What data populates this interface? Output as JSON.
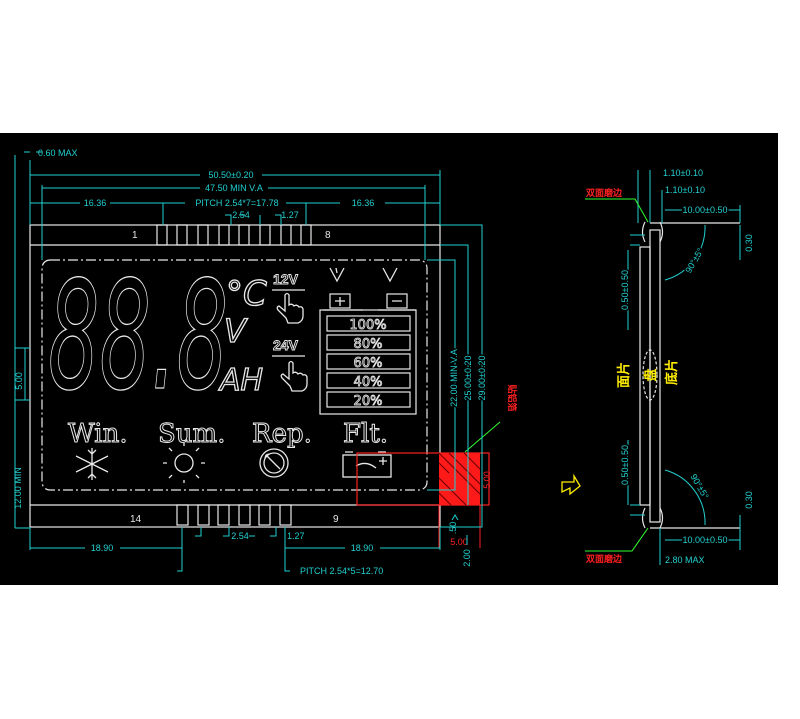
{
  "front_view": {
    "dimensions_top": {
      "thickness": "0.60 MAX",
      "outline_width": "50.50±0.20",
      "view_area_width": "47.50 MIN V.A",
      "left_offset": "16.36",
      "right_offset": "16.36",
      "pitch_top": "PITCH 2.54*7=17.78",
      "pin_pitch": "2.54",
      "pin_width": "1.27"
    },
    "dimensions_bottom": {
      "left_offset": "18.90",
      "right_offset": "18.90",
      "pin_pitch": "2.54",
      "pin_width": "1.27",
      "pitch_bottom": "PITCH 2.54*5=12.70"
    },
    "dimensions_left": {
      "step": "5.00",
      "height_min": "12.00 MIN"
    },
    "dimensions_right": {
      "view_area_height": "22.00 MIN V.A",
      "glass_height": "25.00±0.20",
      "outline_height": "29.00±0.20",
      "pad_offset": ".50",
      "pad_gap": "2.00",
      "pad_width": "5.00",
      "pad_height": "5.00"
    },
    "pin_labels": {
      "top_first": "1",
      "top_last": "8",
      "bottom_first": "14",
      "bottom_last": "9"
    },
    "display": {
      "digits": "88.8",
      "unit_celsius": "°C",
      "unit_volt": "V",
      "unit_ah": "AH",
      "voltage_12": "12V",
      "voltage_24": "24V",
      "battery_levels": [
        "100%",
        "80%",
        "60%",
        "40%",
        "20%"
      ],
      "modes": [
        "Win.",
        "Sum.",
        "Rep.",
        "Flt."
      ]
    },
    "red_note": "贴铝箔"
  },
  "side_view": {
    "top_thickness_1": "1.10±0.10",
    "top_thickness_2": "1.10±0.10",
    "lead_length_top": "10.00±0.50",
    "lead_length_bottom": "10.00±0.50",
    "lead_thickness_top": "0.30",
    "lead_thickness_bottom": "0.30",
    "offset_top": "0.50±0.50",
    "offset_bottom": "0.50±0.50",
    "angle_top": "90°±5°",
    "angle_bottom": "90°±5°",
    "total_thickness": "2.80 MAX",
    "edge_note_top": "双面磨边",
    "edge_note_bottom": "双面磨边",
    "front_glass": "面片",
    "center": "盘",
    "back_glass": "底片"
  },
  "colors": {
    "background": "#000000",
    "dimension": "#22d0d0",
    "outline": "#e8e8e8",
    "note": "#ff2020",
    "label": "#ffee00"
  }
}
